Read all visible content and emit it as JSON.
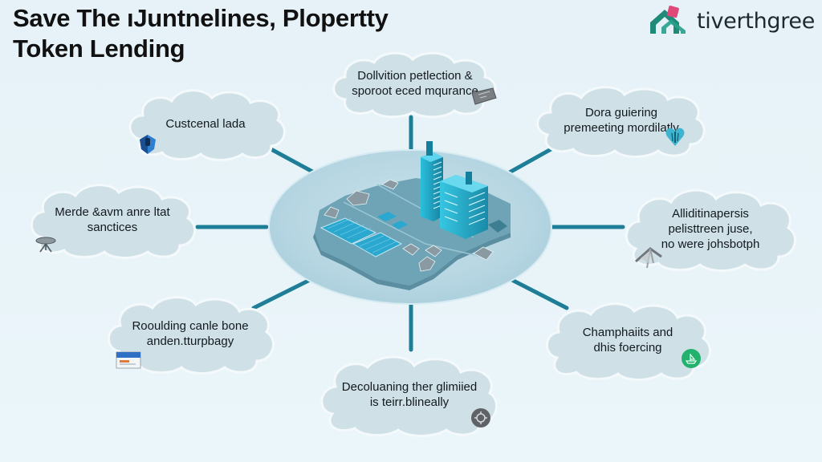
{
  "header": {
    "title_line1": "Save The ıJuntnelines, Plopertty",
    "title_line2": "Token Lending"
  },
  "brand": {
    "name": "tiverthgree",
    "icon": "house-logo-icon",
    "colors": {
      "house": "#1f8a78",
      "accent": "#e0487a"
    }
  },
  "hub": {
    "illustration": "isometric-city-platform",
    "colors": {
      "platform": "#b8d8e3",
      "ground": "#6ea4b6",
      "building": "#1aa3c4",
      "connector": "#1f7e97"
    }
  },
  "nodes": [
    {
      "id": "top",
      "lines": [
        "Dollvition petlection &",
        "sporoot eced mqurance"
      ],
      "icon": "ticket-icon"
    },
    {
      "id": "top-left",
      "lines": [
        "Custcenal lada"
      ],
      "icon": "shield-icon"
    },
    {
      "id": "top-right",
      "lines": [
        "Dora guiering",
        "premeeting mordilatly"
      ],
      "icon": "heart-icon"
    },
    {
      "id": "mid-left",
      "lines": [
        "Merde &avm anre ltat",
        "sanctices"
      ],
      "icon": "table-icon"
    },
    {
      "id": "mid-right",
      "lines": [
        "Alliditinapersis",
        "pelisttreen juse,",
        "no were johsbotph"
      ],
      "icon": "tent-icon"
    },
    {
      "id": "bottom-left",
      "lines": [
        "Rooulding canle bone",
        "anden.tturpbagy"
      ],
      "icon": "card-icon"
    },
    {
      "id": "bottom-right",
      "lines": [
        "Champhaiits and",
        "dhis foercing"
      ],
      "icon": "ship-icon"
    },
    {
      "id": "bottom",
      "lines": [
        "Decoluaning ther glimiied",
        "is teirr.blineally"
      ],
      "icon": "gear-badge-icon"
    }
  ]
}
